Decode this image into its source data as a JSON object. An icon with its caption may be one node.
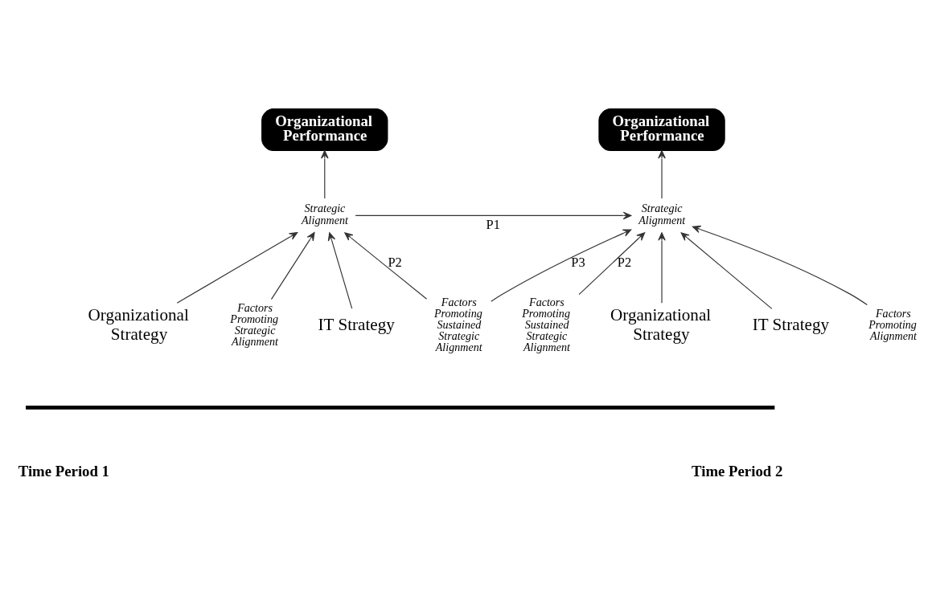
{
  "diagram": {
    "nodes": [
      {
        "text": [
          "Organizational Performance"
        ]
      },
      {
        "text": [
          "Organizational Performance"
        ]
      },
      {
        "text": [
          "Strategic Alignment"
        ]
      },
      {
        "text": [
          "Strategic Alignment"
        ]
      },
      {
        "text": [
          "Organizational Strategy"
        ]
      },
      {
        "text": [
          "IT Strategy"
        ]
      },
      {
        "text": [
          "Factors Promoting Strategic Alignment"
        ]
      },
      {
        "text": [
          "Factors Promoting Sustained Strategic Alignment"
        ]
      },
      {
        "text": [
          "Organizational Strategy"
        ]
      },
      {
        "text": [
          "IT Strategy"
        ]
      },
      {
        "text": [
          "Factors Promoting Alignment"
        ]
      },
      {
        "text": [
          "Factors Promoting Sustained Strategic Alignment"
        ]
      }
    ],
    "edges": [
      {
        "from": 2,
        "to": 0,
        "arrow": "to"
      },
      {
        "from": 3,
        "to": 1,
        "arrow": "to"
      },
      {
        "from": 2,
        "to": 3,
        "arrow": "to",
        "label": "P1"
      },
      {
        "from": 4,
        "to": 2,
        "arrow": "to"
      },
      {
        "from": 6,
        "to": 2,
        "arrow": "to"
      },
      {
        "from": 7,
        "to": 2,
        "arrow": "to",
        "label": "P2"
      },
      {
        "from": 5,
        "to": 2,
        "arrow": "to"
      },
      {
        "from": 7,
        "to": 3,
        "arrow": "to",
        "label": "P3"
      },
      {
        "from": 8,
        "to": 3,
        "arrow": "to"
      },
      {
        "from": 10,
        "to": 3,
        "arrow": "to"
      },
      {
        "from": 11,
        "to": 3,
        "arrow": "to",
        "label": "P2"
      },
      {
        "from": 9,
        "to": 3,
        "arrow": "to"
      }
    ],
    "labels": [
      "Time Period 1",
      "Time Period 2"
    ]
  }
}
